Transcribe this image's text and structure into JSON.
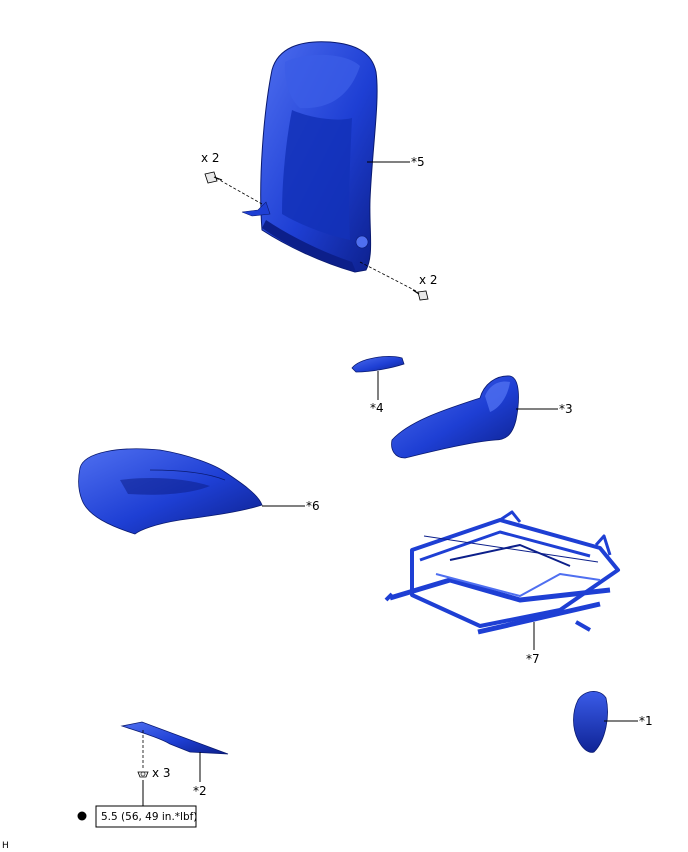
{
  "labels": {
    "part_1": "*1",
    "part_2": "*2",
    "part_3": "*3",
    "part_4": "*4",
    "part_5": "*5",
    "part_6": "*6",
    "part_7": "*7"
  },
  "quantities": {
    "upper_left_bolts": "x 2",
    "lower_right_bolts": "x 2",
    "clips": "x 3"
  },
  "torque": {
    "value": "5.5 (56, 49 in.*lbf)",
    "marker_icon": "filled-circle-icon"
  },
  "corner_mark": "H",
  "colors": {
    "part_fill": "#1e3fd4",
    "part_dark": "#0c1f8a",
    "part_light": "#4f6ff0",
    "line": "#000000"
  }
}
